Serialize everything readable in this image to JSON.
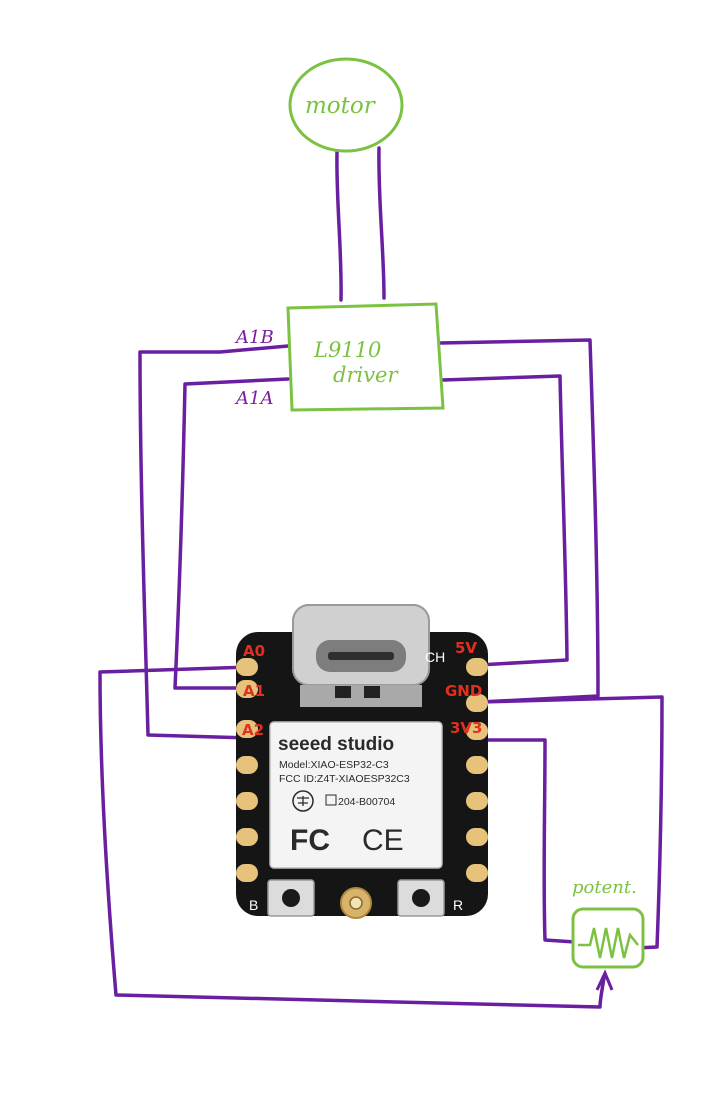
{
  "diagram": {
    "motor_label": "motor",
    "driver_label_line1": "L9110",
    "driver_label_line2": "driver",
    "driver_pin_b": "A1B",
    "driver_pin_a": "A1A",
    "pot_label": "potent.",
    "board": {
      "pins_left": [
        "A0",
        "A1",
        "A2"
      ],
      "pins_right": [
        "5V",
        "GND",
        "3V3"
      ],
      "silk_ch": "CH",
      "silk_b": "B",
      "silk_r": "R",
      "brand": "seeed studio",
      "model": "Model:XIAO-ESP32-C3",
      "fcc": "FCC ID:Z4T-XIAOESP32C3",
      "cert": "204-B00704",
      "mark_fc": "FC",
      "mark_ce": "CE"
    }
  },
  "colors": {
    "wire": "#6a1ea0",
    "outline": "#7cc242",
    "pin_label": "#e0301e",
    "board": "#151515",
    "pad": "#e6c27a"
  }
}
